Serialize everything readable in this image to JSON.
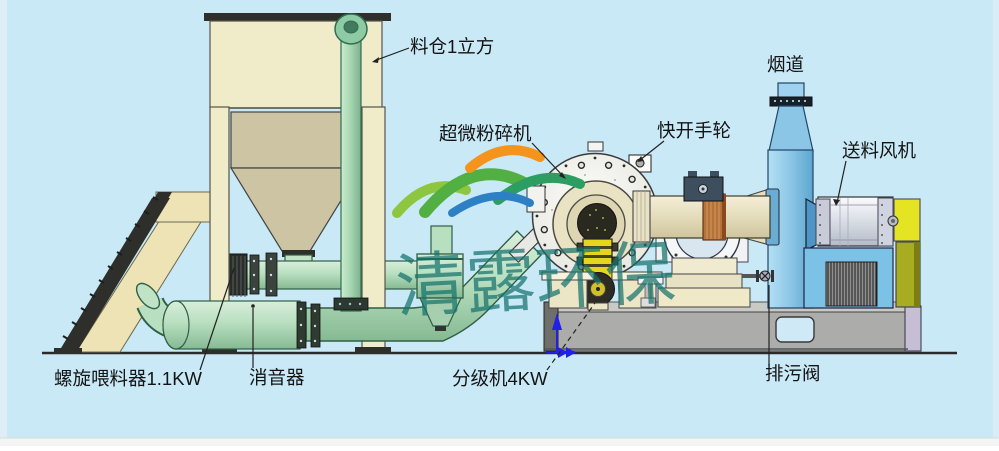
{
  "labels": {
    "hopper_bin": "料仓1立方",
    "pulverizer": "超微粉碎机",
    "handwheel": "快开手轮",
    "flue": "烟道",
    "feed_fan": "送料风机",
    "screw_feeder": "螺旋喂料器1.1KW",
    "muffler": "消音器",
    "classifier": "分级机4KW",
    "drain_valve": "排污阀"
  },
  "watermark": {
    "text": "清露环保",
    "logo": "arc-swoosh-logo"
  },
  "colors": {
    "background": "#c9e9f7",
    "pipe_green": "#b8dfc0",
    "pipe_green_dark": "#2f5f45",
    "cream": "#f0ecca",
    "tan": "#cdc4a4",
    "dark": "#2e2e2a",
    "flue_blue": "#8cc6e6",
    "fan_blue": "#7cc2e6",
    "yellow": "#e6d51f",
    "bright_yellow": "#e4e422",
    "olive": "#a8ac20",
    "copper": "#b5733a",
    "skid_gray": "#acacaa",
    "watermark_teal": "#15726c",
    "arrow_blue": "#2020e8",
    "label_color": "#141414",
    "arc_orange": "#f5941d",
    "arc_green": "#52b043",
    "arc_teal": "#2d9e62",
    "arc_blue": "#2e80c4",
    "arc_lightgreen": "#8dc63f"
  }
}
